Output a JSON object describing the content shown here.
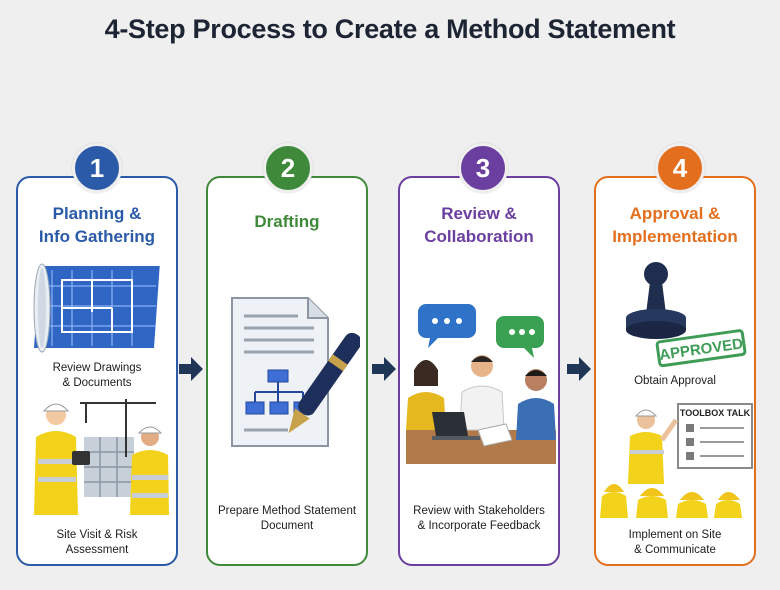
{
  "title": "4-Step Process to Create a Method Statement",
  "colors": {
    "step1": "#2a5aa8",
    "step2": "#3f8a3a",
    "step3": "#6b3fa0",
    "step4": "#e36f1e",
    "arrow": "#1f3656"
  },
  "steps": [
    {
      "number": "1",
      "title_line1": "Planning &",
      "title_line2": "Info Gathering",
      "caption1_line1": "Review Drawings",
      "caption1_line2": "& Documents",
      "caption2_line1": "Site Visit & Risk",
      "caption2_line2": "Assessment"
    },
    {
      "number": "2",
      "title_line1": "Drafting",
      "caption_line1": "Prepare Method Statement",
      "caption_line2": "Document"
    },
    {
      "number": "3",
      "title_line1": "Review &",
      "title_line2": "Collaboration",
      "caption_line1": "Review with Stakeholders",
      "caption_line2": "& Incorporate Feedback"
    },
    {
      "number": "4",
      "title_line1": "Approval &",
      "title_line2": "Implementation",
      "caption1_line1": "Obtain Approval",
      "stamp_text": "APPROVED",
      "board_text": "TOOLBOX TALK",
      "caption2_line1": "Implement on Site",
      "caption2_line2": "& Communicate"
    }
  ],
  "icons": [
    "blueprint-icon",
    "crane-workers-icon",
    "document-pen-icon",
    "meeting-chat-icon",
    "approval-stamp-icon",
    "toolbox-talk-icon",
    "arrow-right-icon"
  ]
}
